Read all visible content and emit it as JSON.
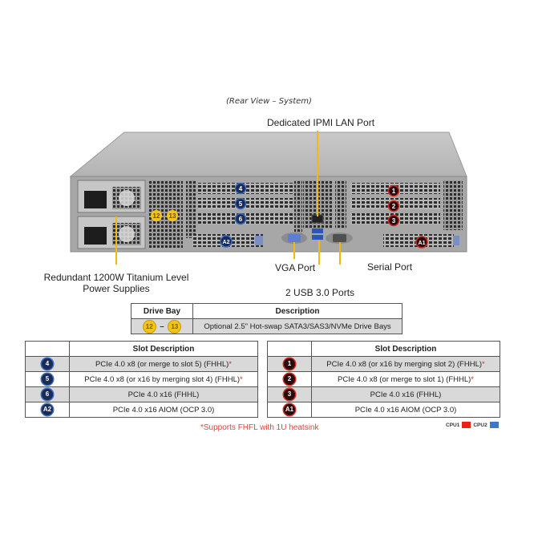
{
  "caption": "(Rear View – System)",
  "callouts": {
    "ipmi": "Dedicated IPMI LAN Port",
    "psu_line1": "Redundant 1200W Titanium Level",
    "psu_line2": "Power Supplies",
    "vga": "VGA Port",
    "usb": "2 USB 3.0 Ports",
    "serial": "Serial Port"
  },
  "chassis_badges": {
    "drive_bays": [
      "12",
      "13"
    ],
    "cpu2_slots": [
      "4",
      "5",
      "6",
      "A2"
    ],
    "cpu1_slots": [
      "1",
      "2",
      "3",
      "A1"
    ]
  },
  "drive_table": {
    "headers": [
      "Drive Bay",
      "Description"
    ],
    "row": {
      "from": "12",
      "dash": "–",
      "to": "13",
      "description": "Optional 2.5\" Hot-swap SATA3/SAS3/NVMe Drive Bays"
    }
  },
  "left_table": {
    "header": "Slot Description",
    "rows": [
      {
        "slot": "4",
        "desc": "PCIe 4.0 x8 (or merge to slot 5) (FHHL)",
        "star": "*"
      },
      {
        "slot": "5",
        "desc": "PCIe 4.0 x8 (or x16 by merging slot 4) (FHHL)",
        "star": "*"
      },
      {
        "slot": "6",
        "desc": "PCIe 4.0 x16 (FHHL)",
        "star": ""
      },
      {
        "slot": "A2",
        "desc": "PCIe 4.0 x16 AIOM (OCP 3.0)",
        "star": ""
      }
    ]
  },
  "right_table": {
    "header": "Slot Description",
    "rows": [
      {
        "slot": "1",
        "desc": "PCIe 4.0 x8 (or x16 by merging slot 2) (FHHL)",
        "star": "*"
      },
      {
        "slot": "2",
        "desc": "PCIe 4.0 x8 (or merge to slot 1) (FHHL)",
        "star": "*"
      },
      {
        "slot": "3",
        "desc": "PCIe 4.0 x16 (FHHL)",
        "star": ""
      },
      {
        "slot": "A1",
        "desc": "PCIe 4.0 x16 AIOM (OCP 3.0)",
        "star": ""
      }
    ]
  },
  "footnote": "*Supports FHFL with 1U heatsink",
  "legend": [
    {
      "label": "CPU1",
      "color": "#e8231a"
    },
    {
      "label": "CPU2",
      "color": "#3f78c8"
    }
  ],
  "colors": {
    "callout_line": "#f2b90f",
    "cpu1_ring": "#d12d22",
    "cpu2_ring": "#3d6ebd",
    "chassis": "#a9a9a9"
  }
}
